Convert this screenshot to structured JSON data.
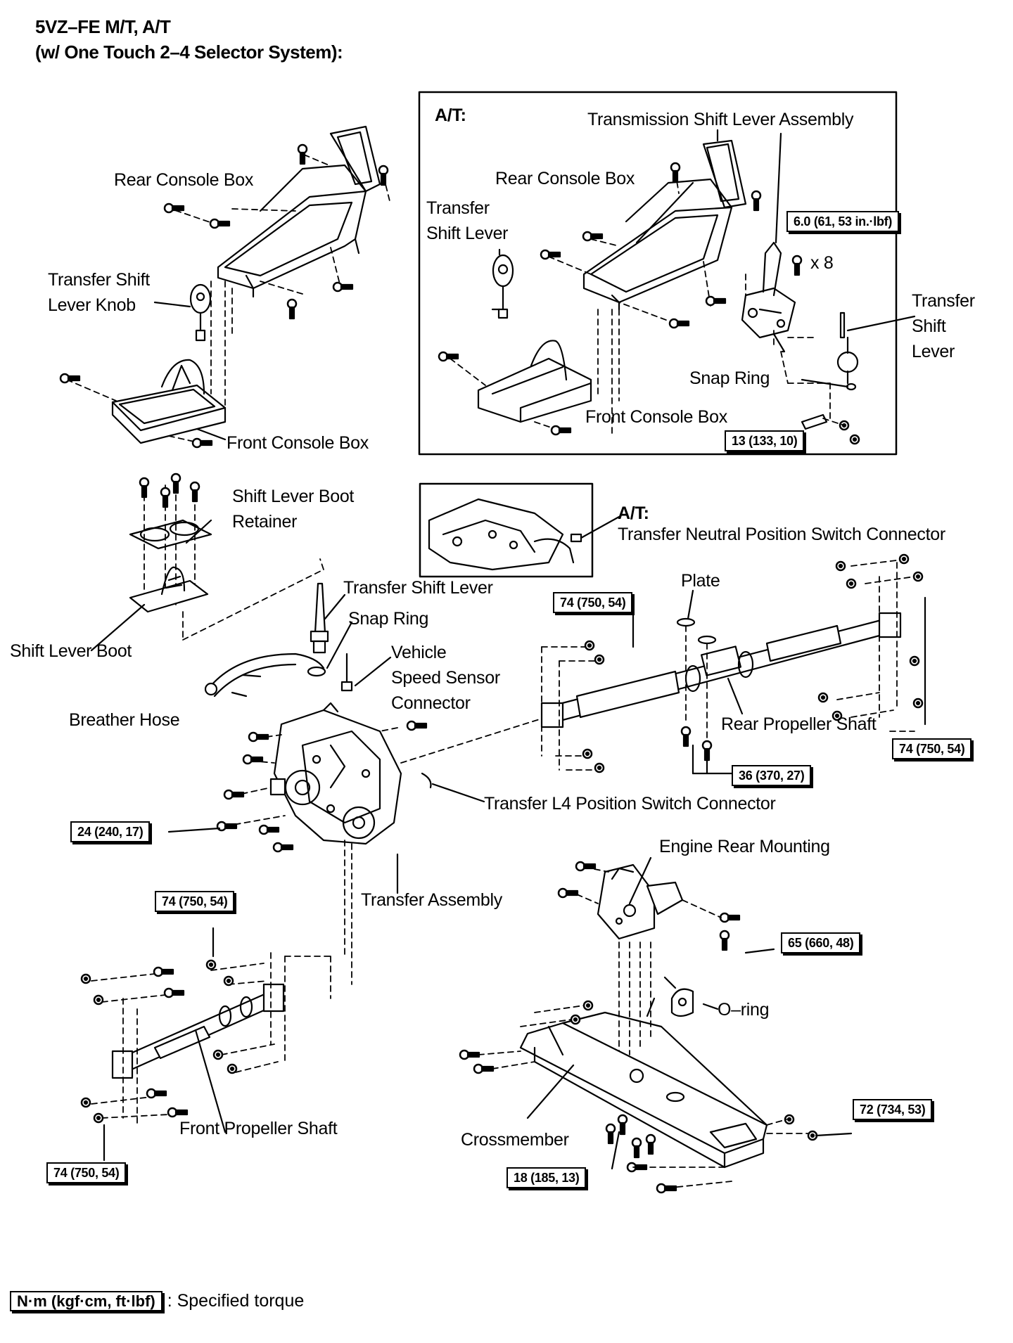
{
  "header": {
    "line1": "5VZ–FE M/T, A/T",
    "line2": "(w/ One Touch 2–4 Selector System):"
  },
  "labels": {
    "rear_console_box": "Rear Console Box",
    "transfer_shift_lever_knob_1": "Transfer Shift",
    "transfer_shift_lever_knob_2": "Lever Knob",
    "front_console_box": "Front Console Box",
    "shift_lever_boot_retainer_1": "Shift Lever Boot",
    "shift_lever_boot_retainer_2": "Retainer",
    "shift_lever_boot": "Shift Lever Boot",
    "transfer_shift_lever": "Transfer Shift Lever",
    "snap_ring": "Snap Ring",
    "vehicle_speed_1": "Vehicle",
    "vehicle_speed_2": "Speed Sensor",
    "vehicle_speed_3": "Connector",
    "breather_hose": "Breather Hose",
    "plate": "Plate",
    "rear_propeller_shaft": "Rear Propeller Shaft",
    "transfer_l4": "Transfer L4 Position Switch Connector",
    "transfer_assembly": "Transfer Assembly",
    "engine_rear_mounting": "Engine Rear Mounting",
    "o_ring": "O–ring",
    "front_propeller_shaft": "Front Propeller Shaft",
    "crossmember": "Crossmember",
    "at_neutral_title": "A/T:",
    "at_neutral_label": "Transfer Neutral Position Switch Connector"
  },
  "inset": {
    "title": "A/T:",
    "transmission_shift_lever_assembly": "Transmission Shift Lever Assembly",
    "rear_console_box": "Rear Console Box",
    "transfer_shift_lever_1": "Transfer",
    "transfer_shift_lever_2": "Shift Lever",
    "x8": "x 8",
    "transfer_shift_lever_r1": "Transfer",
    "transfer_shift_lever_r2": "Shift",
    "transfer_shift_lever_r3": "Lever",
    "snap_ring": "Snap Ring",
    "front_console_box": "Front Console Box"
  },
  "torques": {
    "t_6_0": "6.0 (61, 53 in.·lbf)",
    "t_13": "13 (133, 10)",
    "t_74_a": "74 (750, 54)",
    "t_74_b": "74 (750, 54)",
    "t_36": "36 (370, 27)",
    "t_24": "24 (240, 17)",
    "t_74_c": "74 (750, 54)",
    "t_65": "65 (660, 48)",
    "t_72": "72 (734, 53)",
    "t_74_d": "74 (750, 54)",
    "t_18": "18 (185, 13)"
  },
  "legend": {
    "box": "N·m (kgf·cm, ft·lbf)",
    "text": ": Specified torque"
  }
}
